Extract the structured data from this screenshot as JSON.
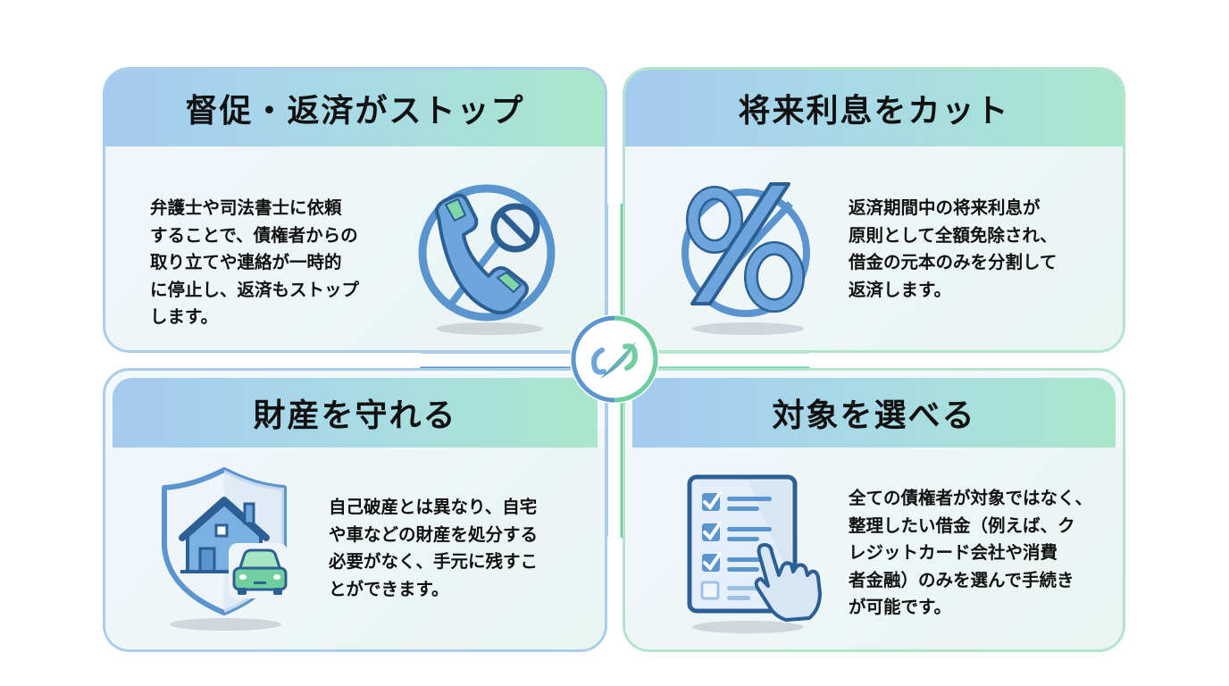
{
  "colors": {
    "blue": "#5b95cf",
    "blue_dark": "#2c5f93",
    "green": "#6fcf9e",
    "header_gradient": [
      "#a4cbef",
      "#a8dbe6",
      "#a9e6cb"
    ]
  },
  "cards": [
    {
      "id": "stop",
      "title": "督促・返済がストップ",
      "description": "弁護士や司法書士に依頼\nすることで、債権者からの\n取り立てや連絡が一時的\nに停止し、返済もストップ\nします。",
      "icon": "phone-prohibited-icon"
    },
    {
      "id": "interest",
      "title": "将来利息をカット",
      "description": "返済期間中の将来利息が\n原則として全額免除され、\n借金の元本のみを分割して\n返済します。",
      "icon": "percent-crossed-icon"
    },
    {
      "id": "property",
      "title": "財産を守れる",
      "description": "自己破産とは異なり、自宅\nや車などの財産を処分する\n必要がなく、手元に残すこ\nとができます。",
      "icon": "shield-house-car-icon"
    },
    {
      "id": "select",
      "title": "対象を選べる",
      "description": "全ての債権者が対象ではなく、\n整理したい借金（例えば、ク\nレジットカード会社や消費\n者金融）のみを選んで手続き\nが可能です。",
      "icon": "checklist-hand-icon"
    }
  ],
  "center": {
    "icon": "leaf-link-icon"
  }
}
